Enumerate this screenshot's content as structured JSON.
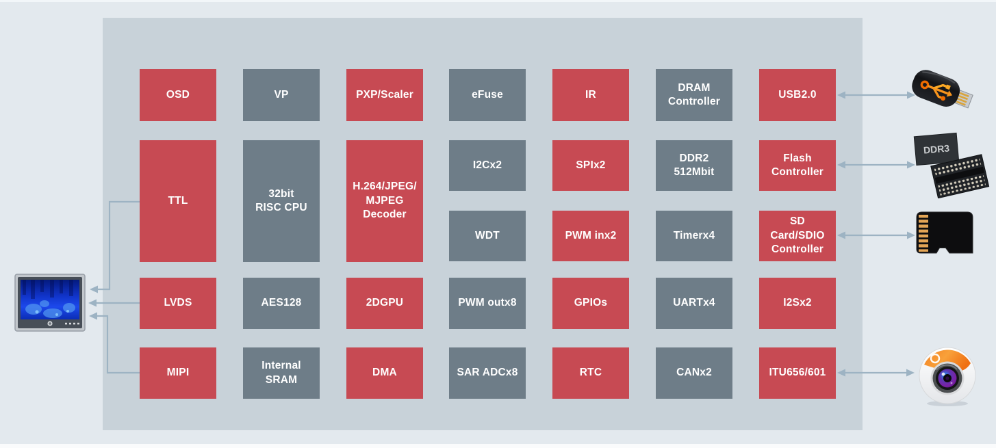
{
  "title": "SoC block diagram",
  "colors": {
    "background": "#e3e9ee",
    "panel": "#c8d2d9",
    "block_red": "#c74a53",
    "block_gray": "#6e7d88",
    "arrow": "#9db3c3",
    "block_text": "#ffffff"
  },
  "blocks": [
    {
      "label": "OSD",
      "variant": "red",
      "col": 0,
      "row": "r1"
    },
    {
      "label": "TTL",
      "variant": "red",
      "col": 0,
      "row": "tall"
    },
    {
      "label": "LVDS",
      "variant": "red",
      "col": 0,
      "row": "r4"
    },
    {
      "label": "MIPI",
      "variant": "red",
      "col": 0,
      "row": "r5"
    },
    {
      "label": "VP",
      "variant": "gray",
      "col": 1,
      "row": "r1"
    },
    {
      "label": "32bit\nRISC CPU",
      "variant": "gray",
      "col": 1,
      "row": "tall"
    },
    {
      "label": "AES128",
      "variant": "gray",
      "col": 1,
      "row": "r4"
    },
    {
      "label": "Internal\nSRAM",
      "variant": "gray",
      "col": 1,
      "row": "r5"
    },
    {
      "label": "PXP/Scaler",
      "variant": "red",
      "col": 2,
      "row": "r1"
    },
    {
      "label": "H.264/JPEG/\nMJPEG\nDecoder",
      "variant": "red",
      "col": 2,
      "row": "tall"
    },
    {
      "label": "2DGPU",
      "variant": "red",
      "col": 2,
      "row": "r4"
    },
    {
      "label": "DMA",
      "variant": "red",
      "col": 2,
      "row": "r5"
    },
    {
      "label": "eFuse",
      "variant": "gray",
      "col": 3,
      "row": "r1"
    },
    {
      "label": "I2Cx2",
      "variant": "gray",
      "col": 3,
      "row": "r2"
    },
    {
      "label": "WDT",
      "variant": "gray",
      "col": 3,
      "row": "r3"
    },
    {
      "label": "PWM outx8",
      "variant": "gray",
      "col": 3,
      "row": "r4"
    },
    {
      "label": "SAR ADCx8",
      "variant": "gray",
      "col": 3,
      "row": "r5"
    },
    {
      "label": "IR",
      "variant": "red",
      "col": 4,
      "row": "r1"
    },
    {
      "label": "SPIx2",
      "variant": "red",
      "col": 4,
      "row": "r2"
    },
    {
      "label": "PWM inx2",
      "variant": "red",
      "col": 4,
      "row": "r3"
    },
    {
      "label": "GPIOs",
      "variant": "red",
      "col": 4,
      "row": "r4"
    },
    {
      "label": "RTC",
      "variant": "red",
      "col": 4,
      "row": "r5"
    },
    {
      "label": "DRAM\nController",
      "variant": "gray",
      "col": 5,
      "row": "r1"
    },
    {
      "label": "DDR2\n512Mbit",
      "variant": "gray",
      "col": 5,
      "row": "r2"
    },
    {
      "label": "Timerx4",
      "variant": "gray",
      "col": 5,
      "row": "r3"
    },
    {
      "label": "UARTx4",
      "variant": "gray",
      "col": 5,
      "row": "r4"
    },
    {
      "label": "CANx2",
      "variant": "gray",
      "col": 5,
      "row": "r5"
    },
    {
      "label": "USB2.0",
      "variant": "red",
      "col": 6,
      "row": "r1"
    },
    {
      "label": "Flash\nController",
      "variant": "red",
      "col": 6,
      "row": "r2"
    },
    {
      "label": "SD\nCard/SDIO\nController",
      "variant": "red",
      "col": 6,
      "row": "r3"
    },
    {
      "label": "I2Sx2",
      "variant": "red",
      "col": 6,
      "row": "r4"
    },
    {
      "label": "ITU656/601",
      "variant": "red",
      "col": 6,
      "row": "r5"
    }
  ],
  "icons": {
    "ddr3_label": "DDR3",
    "names": [
      "display-monitor-icon",
      "usb-flash-drive-icon",
      "ddr3-memory-chips-icon",
      "micro-sd-card-icon",
      "camera-icon"
    ]
  },
  "connections": {
    "right": [
      {
        "from": "USB2.0",
        "to": "usb-flash-drive",
        "bidirectional": true
      },
      {
        "from": "Flash Controller",
        "to": "ddr3-memory-chips",
        "bidirectional": true
      },
      {
        "from": "SD Card/SDIO Controller",
        "to": "micro-sd-card",
        "bidirectional": true
      },
      {
        "from": "ITU656/601",
        "to": "camera",
        "bidirectional": true
      }
    ],
    "left": [
      {
        "from": "TTL",
        "to": "display-monitor"
      },
      {
        "from": "LVDS",
        "to": "display-monitor"
      },
      {
        "from": "MIPI",
        "to": "display-monitor"
      }
    ]
  }
}
